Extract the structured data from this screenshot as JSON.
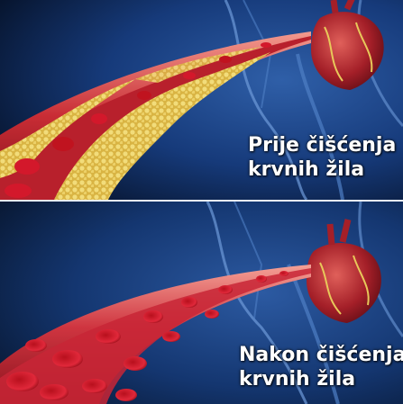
{
  "captions": {
    "before_line1": "Prije čišćenja",
    "before_line2": "krvnih žila",
    "after_line1": "Nakon čišćenja",
    "after_line2": "krvnih žila"
  },
  "colors": {
    "background": "#0b1e47",
    "vessel_wall": "#c9303a",
    "plaque": "#e8c85a",
    "blood_cell": "#d3182b",
    "heart": "#b8282e",
    "veins": "#4f7fc4"
  }
}
